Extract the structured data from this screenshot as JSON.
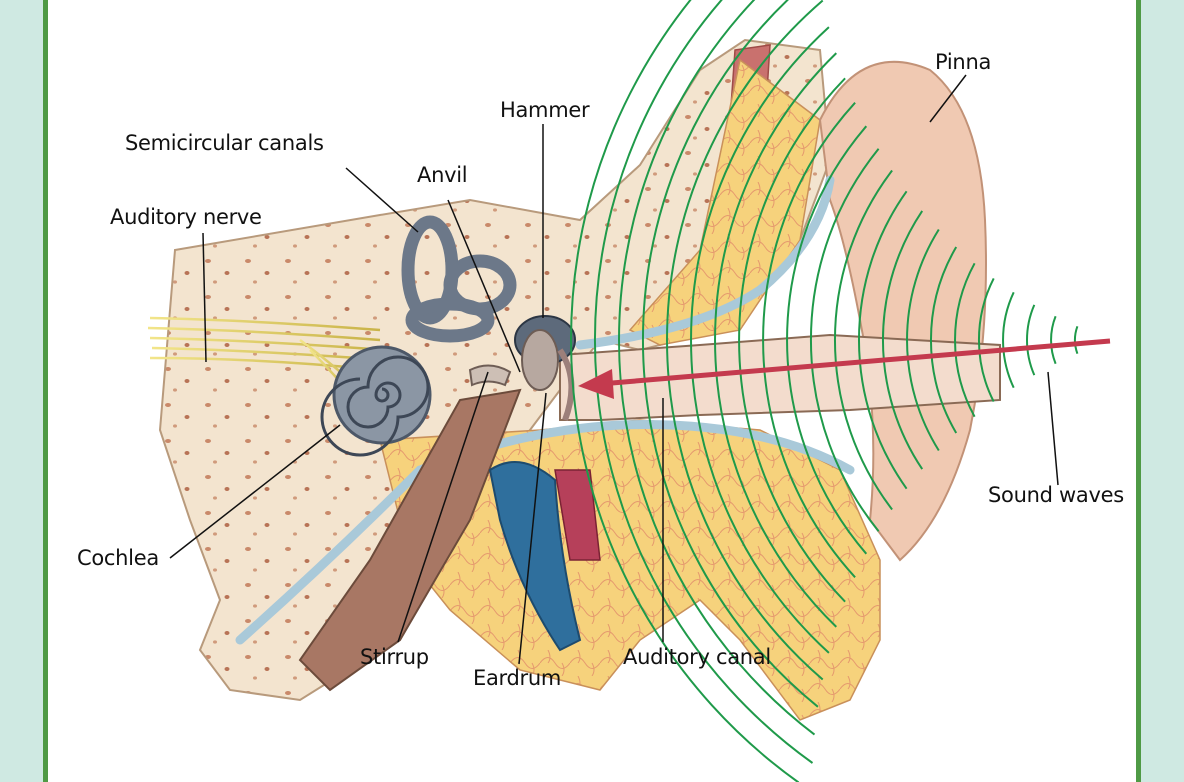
{
  "labels": {
    "pinna": "Pinna",
    "hammer": "Hammer",
    "semicircular_canals": "Semicircular canals",
    "anvil": "Anvil",
    "auditory_nerve": "Auditory nerve",
    "sound_waves": "Sound waves",
    "cochlea": "Cochlea",
    "stirrup": "Stirrup",
    "eardrum": "Eardrum",
    "auditory_canal": "Auditory canal"
  },
  "colors": {
    "frame_border": "#4f9a45",
    "page_background": "#cfe9e2",
    "sound_wave": "#1f9a4a",
    "arrow": "#c43a4e"
  }
}
